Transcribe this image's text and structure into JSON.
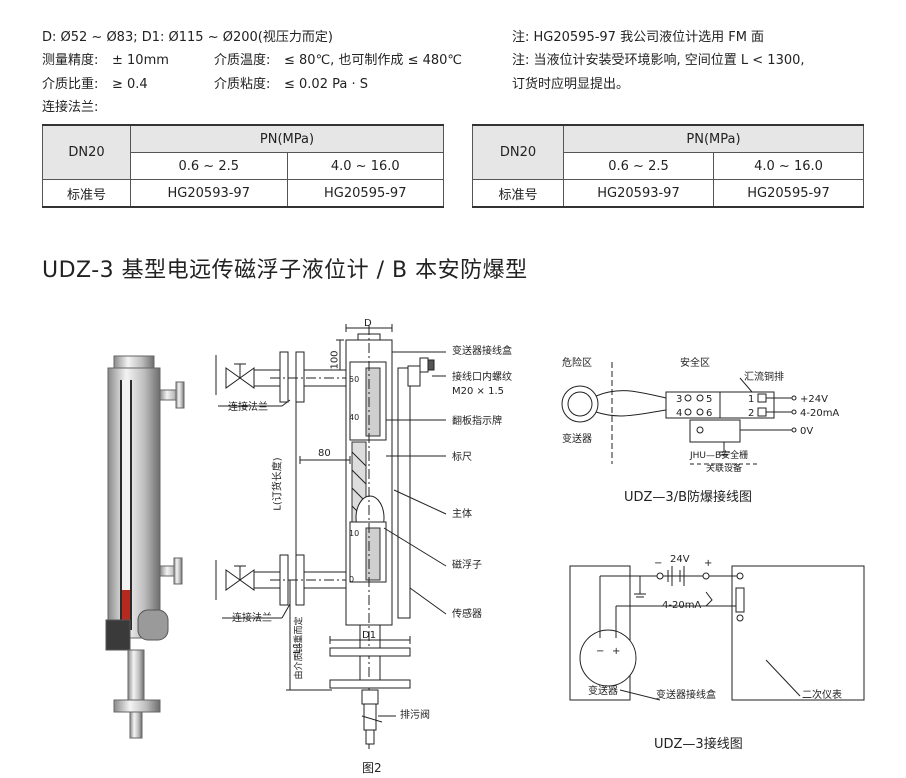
{
  "spec": {
    "line1": "D: Ø52 ~ Ø83;  D1: Ø115 ~ Ø200(视压力而定)",
    "acc_label": "测量精度:",
    "acc_value": "± 10mm",
    "temp_label": "介质温度:",
    "temp_value": "≤ 80℃, 也可制作成 ≤ 480℃",
    "dens_label": "介质比重:",
    "dens_value": "≥ 0.4",
    "visc_label": "介质粘度:",
    "visc_value": "≤ 0.02 Pa · S",
    "flange_label": "连接法兰:"
  },
  "notes": {
    "n1": "注:  HG20595-97 我公司液位计选用 FM 面",
    "n2": "注:  当液位计安装受环境影响, 空间位置 L < 1300,",
    "n3": "订货时应明显提出。"
  },
  "tables": [
    {
      "dn": "DN20",
      "pn": "PN(MPa)",
      "r1": "0.6 ~ 2.5",
      "r2": "4.0 ~ 16.0",
      "std": "标准号",
      "s1": "HG20593-97",
      "s2": "HG20595-97"
    },
    {
      "dn": "DN20",
      "pn": "PN(MPa)",
      "r1": "0.6 ~ 2.5",
      "r2": "4.0 ~ 16.0",
      "std": "标准号",
      "s1": "HG20593-97",
      "s2": "HG20595-97"
    }
  ],
  "section_title": "UDZ-3 基型电远传磁浮子液位计 / B 本安防爆型",
  "fig2": {
    "dim_d": "D",
    "dim_100": "100",
    "dim_80": "80",
    "dim_l": "L(订货长度)",
    "dim_l1": "L1",
    "dim_l1_note": "由介质比重而定",
    "dim_d1": "D1",
    "s50": "50",
    "s40": "40",
    "s10": "10",
    "s0": "0",
    "flange_top": "连接法兰",
    "flange_bot": "连接法兰",
    "c1": "变送器接线盒",
    "c2a": "接线口内螺纹",
    "c2b": "M20 × 1.5",
    "c3": "翻板指示牌",
    "c4": "标尺",
    "c5": "主体",
    "c6": "磁浮子",
    "c7": "传感器",
    "c8": "排污阀",
    "caption": "图2"
  },
  "wiring_b": {
    "danger": "危险区",
    "safe": "安全区",
    "busbar": "汇流铜排",
    "p3": "3",
    "p5": "5",
    "p1": "1",
    "p4": "4",
    "p6": "6",
    "p2": "2",
    "o1": "+24V",
    "o2": "4-20mA",
    "o3": "0V",
    "transmitter": "变送器",
    "barrier": "JHU—B安全栅",
    "assoc": "关联设备",
    "caption": "UDZ—3/B防爆接线图"
  },
  "wiring_3": {
    "v24": "24V",
    "minus": "−",
    "plus": "+",
    "ma": "4-20mA",
    "tm": "−",
    "tp": "+",
    "transmitter": "变送器",
    "box": "变送器接线盒",
    "instrument": "二次仪表",
    "caption": "UDZ—3接线图"
  }
}
